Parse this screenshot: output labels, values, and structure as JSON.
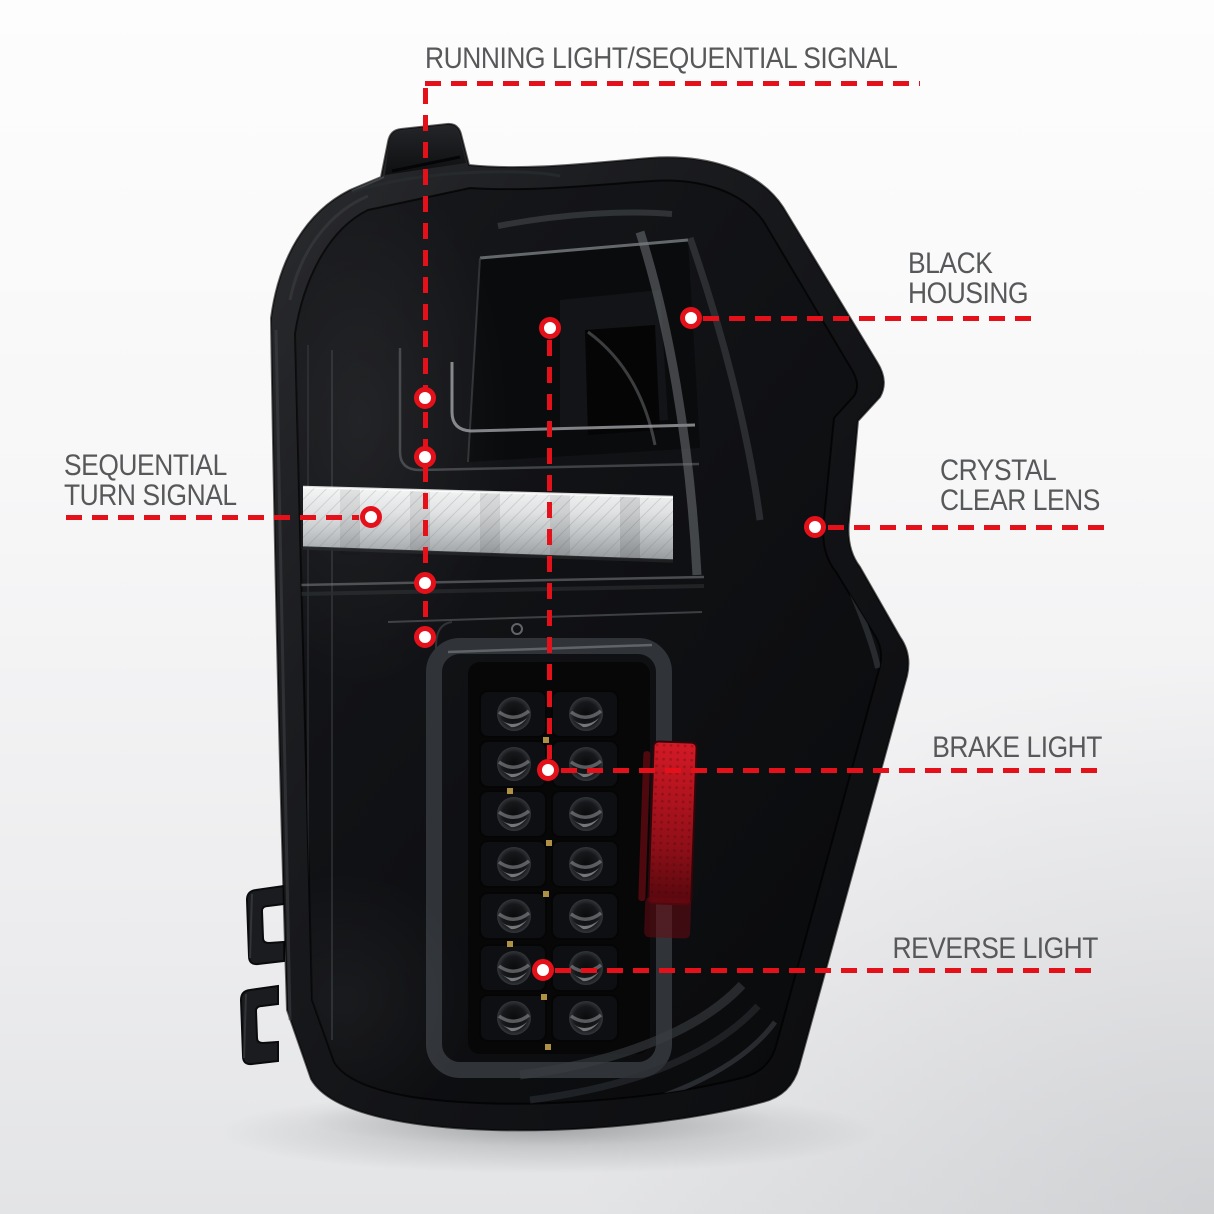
{
  "colors": {
    "callout_red": "#e4111b",
    "label_gray": "#57585a",
    "background_top": "#fdfdfd",
    "background_bottom": "#e3e4e6",
    "housing_black": "#141518",
    "lens_black": "#0d0e10",
    "turn_signal_strip": "#d9dbdc",
    "reflector_red": "#b01320",
    "led_amber": "#c2a14b"
  },
  "callouts": {
    "running_light": {
      "label": "RUNNING LIGHT/SEQUENTIAL SIGNAL"
    },
    "black_housing": {
      "line1": "BLACK",
      "line2": "HOUSING"
    },
    "sequential_turn_signal": {
      "line1": "SEQUENTIAL",
      "line2": "TURN SIGNAL"
    },
    "crystal_clear_lens": {
      "line1": "CRYSTAL",
      "line2": "CLEAR LENS"
    },
    "brake_light": {
      "label": "BRAKE LIGHT"
    },
    "reverse_light": {
      "label": "REVERSE LIGHT"
    }
  }
}
